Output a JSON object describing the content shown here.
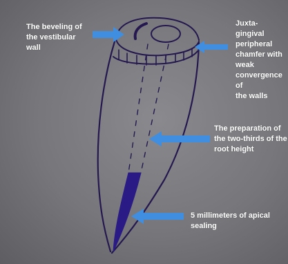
{
  "colors": {
    "arrow": "#3f8ee0",
    "ink": "#24184f",
    "seal": "#2a1a86",
    "label": "#ffffff"
  },
  "labels": {
    "beveling": "The beveling of\nthe vestibular\nwall",
    "chamfer": "Juxta- gingival\nperipheral\nchamfer with\nweak\nconvergence of\nthe walls",
    "preparation": "The preparation of\nthe two-thirds of the\nroot height",
    "sealing": "5 millimeters of apical sealing"
  }
}
